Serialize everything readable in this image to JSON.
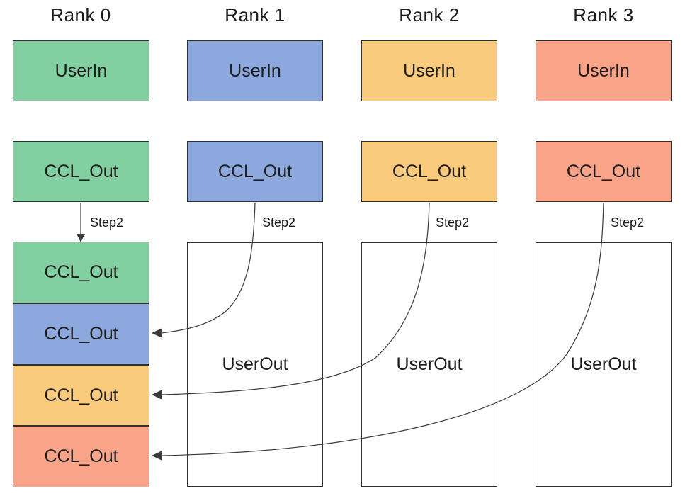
{
  "colors": {
    "border": "#303030",
    "arrow": "#3a3a3a",
    "text": "#1c1c1c",
    "background": "#ffffff",
    "rank0": "#82CFA2",
    "rank1": "#8CA8DC",
    "rank2": "#FBCB7D",
    "rank3": "#F9A488"
  },
  "columns": [
    {
      "rank_label": "Rank 0",
      "color": "#82CFA2",
      "user_in_label": "UserIn",
      "ccl_out_label": "CCL_Out",
      "step_label": "Step2"
    },
    {
      "rank_label": "Rank 1",
      "color": "#8CA8DC",
      "user_in_label": "UserIn",
      "ccl_out_label": "CCL_Out",
      "step_label": "Step2",
      "user_out_label": "UserOut"
    },
    {
      "rank_label": "Rank 2",
      "color": "#FBCB7D",
      "user_in_label": "UserIn",
      "ccl_out_label": "CCL_Out",
      "step_label": "Step2",
      "user_out_label": "UserOut"
    },
    {
      "rank_label": "Rank 3",
      "color": "#F9A488",
      "user_in_label": "UserIn",
      "ccl_out_label": "CCL_Out",
      "step_label": "Step2",
      "user_out_label": "UserOut"
    }
  ],
  "rank0_result_stack": [
    {
      "label": "CCL_Out",
      "color": "#82CFA2"
    },
    {
      "label": "CCL_Out",
      "color": "#8CA8DC"
    },
    {
      "label": "CCL_Out",
      "color": "#FBCB7D"
    },
    {
      "label": "CCL_Out",
      "color": "#F9A488"
    }
  ]
}
